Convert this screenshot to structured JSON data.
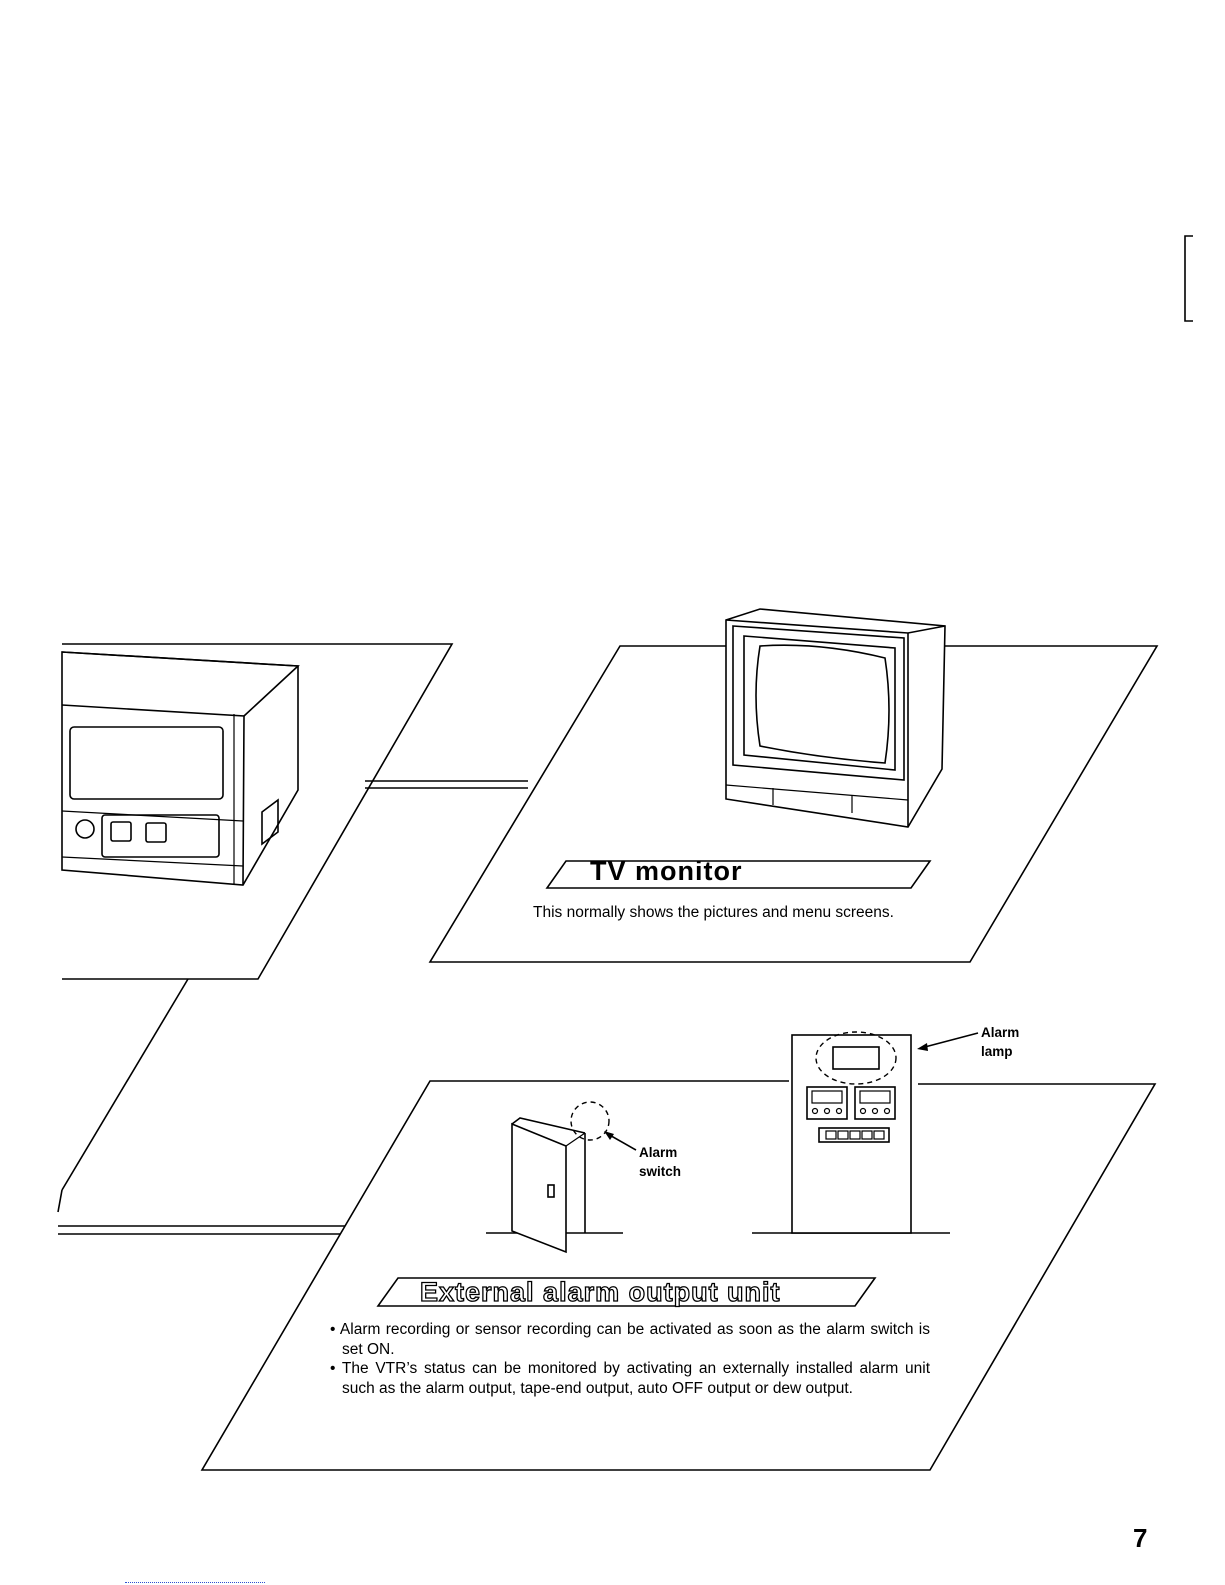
{
  "tv_section": {
    "title": "TV monitor",
    "description": "This normally shows the pictures and menu screens."
  },
  "alarm_section": {
    "title": "External alarm output unit",
    "bullets": [
      "Alarm recording or sensor recording can be activated as soon as the alarm switch is set ON.",
      "The VTR’s status can be monitored by activating an externally installed alarm unit such as the alarm output, tape-end output, auto OFF output or dew output."
    ],
    "callouts": {
      "alarm_lamp": [
        "Alarm",
        "lamp"
      ],
      "alarm_switch": [
        "Alarm",
        "switch"
      ]
    }
  },
  "page_number": "7"
}
